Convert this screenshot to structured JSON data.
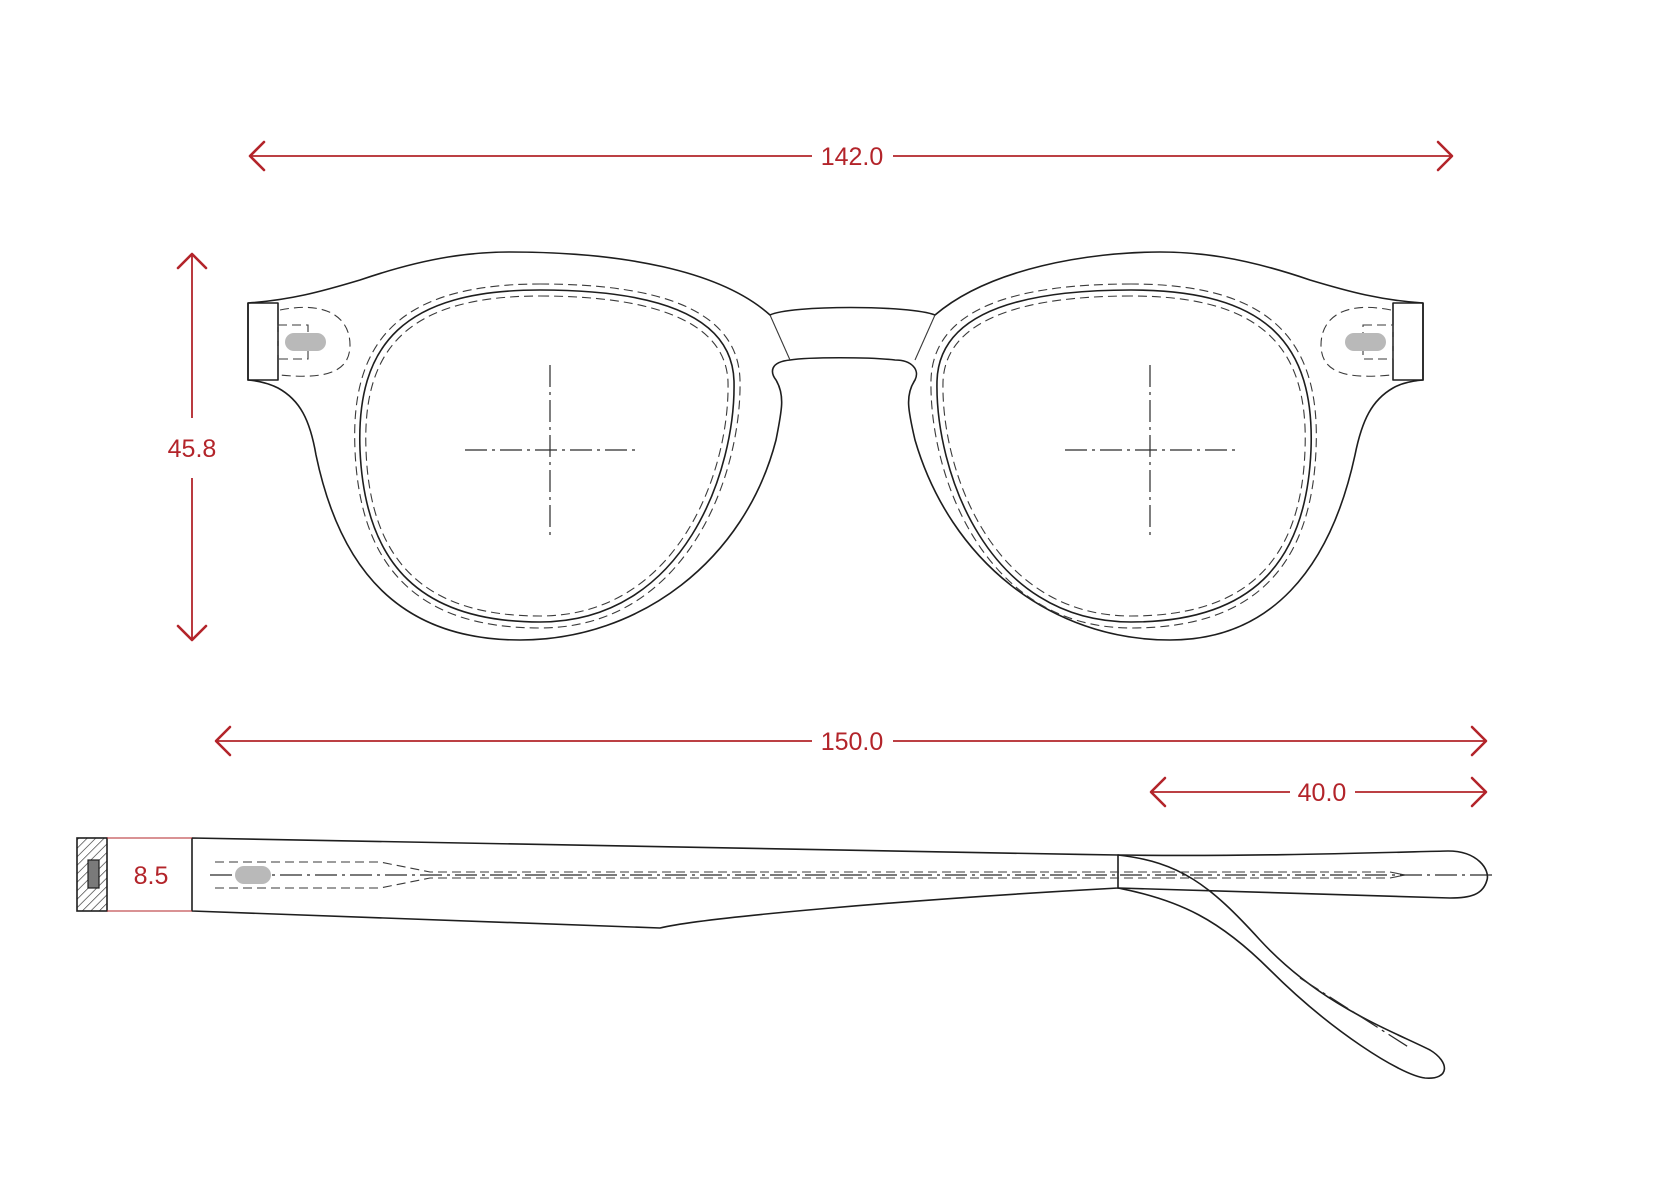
{
  "dimensions": {
    "frame_width": "142.0",
    "lens_height": "45.8",
    "temple_length": "150.0",
    "temple_tip_length": "40.0",
    "temple_thickness": "8.5"
  },
  "colors": {
    "dimension": "#b3242a",
    "outline": "#1e1e1e",
    "hardware": "#b9b9b9"
  }
}
